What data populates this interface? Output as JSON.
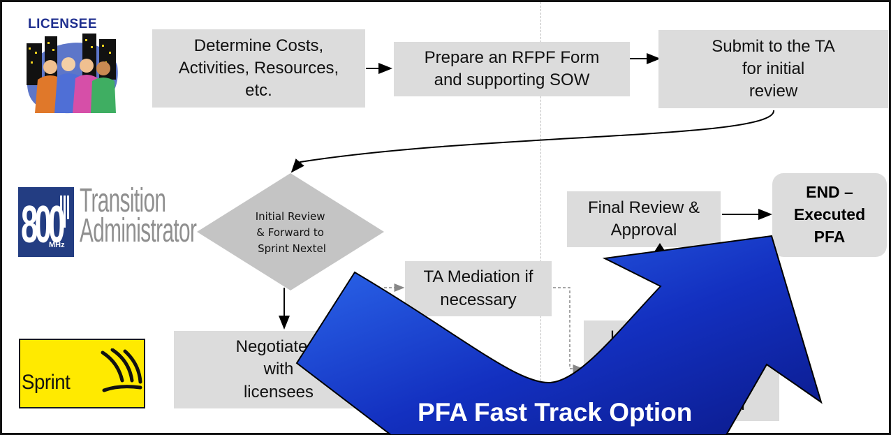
{
  "lanes": {
    "licensee": "LICENSEE",
    "transition_admin": {
      "number": "800",
      "unit": "MHz",
      "name": "Transition\nAdministrator"
    },
    "sprint": "Sprint"
  },
  "steps": {
    "determine_costs": "Determine Costs,\nActivities, Resources,\netc.",
    "prepare_rfpf": "Prepare an RFPF Form\nand supporting SOW",
    "submit_ta": "Submit to the TA\nfor initial\nreview",
    "initial_review": [
      "Initial Review",
      "& Forward to",
      "Sprint Nextel"
    ],
    "negotiate": "Negotiate a\nwith\nlicensees",
    "ta_mediation": "TA Mediation if\nnecessary",
    "final_review": "Final Review &\nApproval",
    "end": "END –\nExecuted\nPFA",
    "partial_top": "U",
    "partial_bottom": "al"
  },
  "fast_track": {
    "label": "PFA Fast Track Option"
  },
  "colors": {
    "box_fill": "#dcdcdc",
    "diamond_fill": "#c4c4c4",
    "arrow_blue_dark": "#0b1a8a",
    "arrow_blue_light": "#2f6ef0",
    "ta_blue": "#233d82",
    "sprint_yellow": "#ffea00",
    "licensee_blue": "#1f2f8f"
  }
}
